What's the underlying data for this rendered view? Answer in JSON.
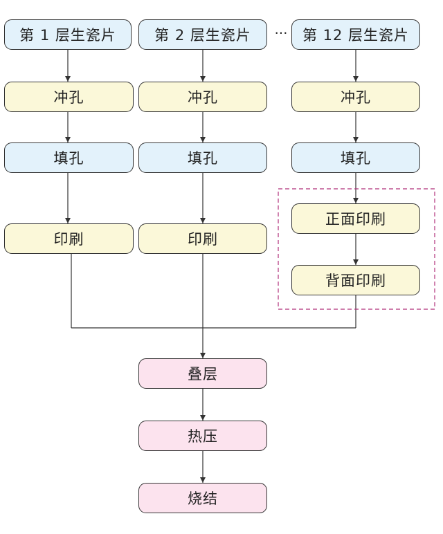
{
  "colors": {
    "sheet_box": "#e3f2fb",
    "fill_box": "#e3f2fb",
    "punch_print_box": "#fbf8d9",
    "assembly_box": "#fce3ee",
    "dashed_group_border": "#b0307a"
  },
  "columns": [
    {
      "sheet": "第 1 层生瓷片",
      "punch": "冲孔",
      "fill": "填孔",
      "print": "印刷"
    },
    {
      "sheet": "第 2 层生瓷片",
      "punch": "冲孔",
      "fill": "填孔",
      "print": "印刷"
    },
    {
      "sheet": "第 12 层生瓷片",
      "punch": "冲孔",
      "fill": "填孔",
      "front_print": "正面印刷",
      "back_print": "背面印刷"
    }
  ],
  "ellipsis": "···",
  "assembly": {
    "stack": "叠层",
    "press": "热压",
    "sinter": "烧结"
  }
}
